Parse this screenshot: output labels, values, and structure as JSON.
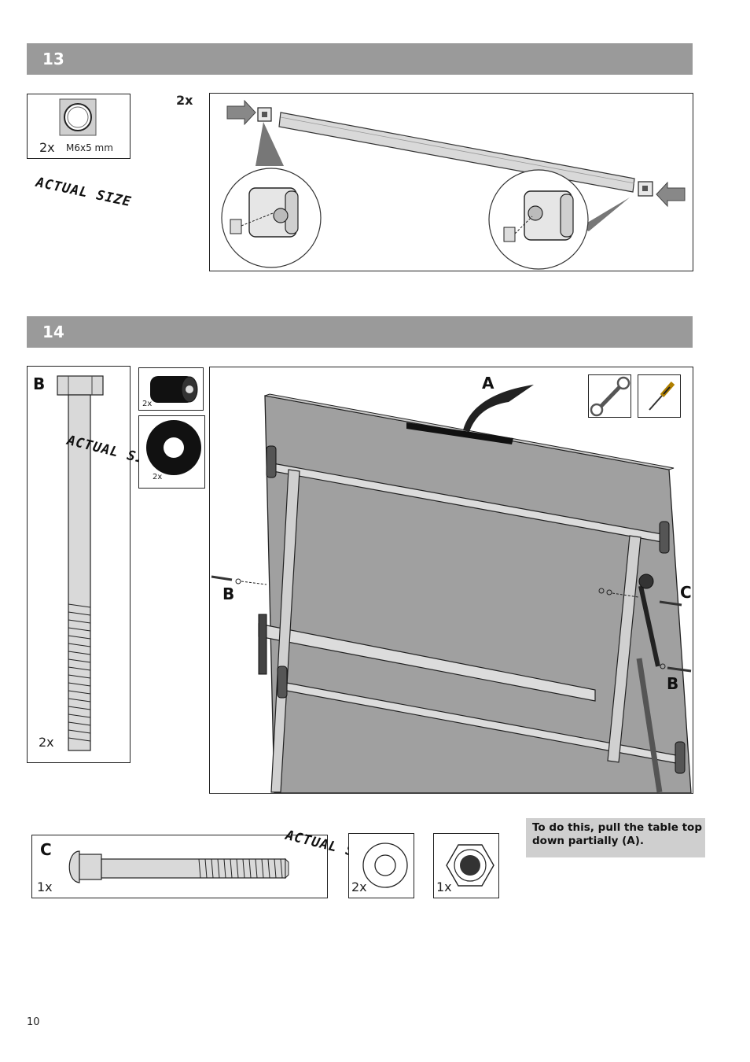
{
  "steps": [
    {
      "number": "13"
    },
    {
      "number": "14"
    }
  ],
  "step13": {
    "part_qty": "2x",
    "part_size": "M6x5 mm",
    "actual_size": "ACTUAL SIZE",
    "assembly_qty": "2x"
  },
  "step14": {
    "bolt_b": {
      "letter": "B",
      "qty": "2x",
      "actual_size": "ACTUAL SIZE"
    },
    "sleeve_qty": "2x",
    "washer_qty": "2x",
    "labels": {
      "a": "A",
      "b1": "B",
      "b2": "B",
      "c": "C"
    },
    "bolt_c": {
      "letter": "C",
      "qty": "1x",
      "actual_size": "ACTUAL SIZE"
    },
    "washer2_qty": "2x",
    "nut_qty": "1x",
    "tools": [
      "wrench-icon",
      "screwdriver-icon"
    ]
  },
  "note": "To do this, pull the table top down partially (A).",
  "page_number": "10",
  "colors": {
    "bar": "#9a9a9a",
    "panel": "#9e9e9e",
    "note_bg": "#cfcfcf"
  }
}
